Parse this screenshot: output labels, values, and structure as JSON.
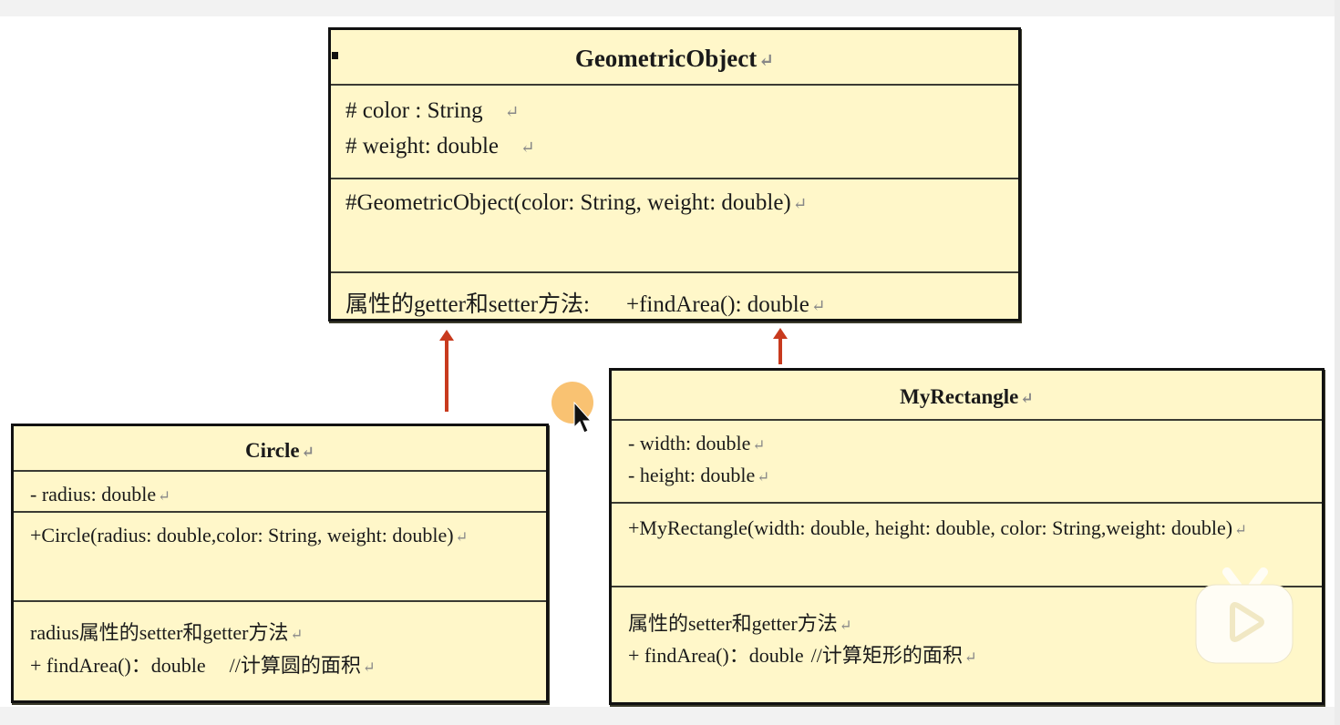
{
  "diagram": {
    "type": "uml-class-diagram",
    "classes": [
      {
        "id": "geometric-object",
        "name": "GeometricObject",
        "attributes": [
          "# color : String",
          "# weight: double"
        ],
        "constructors": [
          "#GeometricObject(color: String, weight: double)"
        ],
        "methods_prefix": "属性的getter和setter方法:",
        "methods": [
          "+findArea(): double"
        ]
      },
      {
        "id": "circle",
        "name": "Circle",
        "attributes": [
          "- radius: double"
        ],
        "constructors": [
          "+Circle(radius: double,color: String, weight: double)"
        ],
        "methods": [
          "radius属性的setter和getter方法",
          "+ findArea()：double",
          "//计算圆的面积"
        ]
      },
      {
        "id": "my-rectangle",
        "name": "MyRectangle",
        "attributes": [
          "- width: double",
          "- height: double"
        ],
        "constructors": [
          "+MyRectangle(width: double, height: double, color: String,weight: double)"
        ],
        "methods": [
          "属性的setter和getter方法",
          "+ findArea()：double",
          "//计算矩形的面积"
        ]
      }
    ],
    "relations": [
      {
        "from": "Circle",
        "to": "GeometricObject",
        "type": "inheritance"
      },
      {
        "from": "MyRectangle",
        "to": "GeometricObject",
        "type": "inheritance"
      }
    ],
    "paragraph_mark": "↵"
  },
  "colors": {
    "box_fill": "#fff7c9",
    "border": "#111111",
    "arrow": "#c83a1e",
    "cursor_highlight": "#f9c272"
  },
  "overlay": {
    "icons": [
      "mouse-cursor-icon",
      "tv-play-logo-icon"
    ]
  }
}
